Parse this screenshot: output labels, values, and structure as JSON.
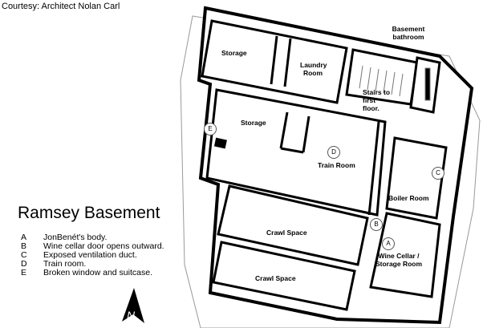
{
  "credit": "Courtesy: Architect Nolan Carl",
  "title": "Ramsey Basement",
  "legend": [
    {
      "key": "A",
      "text": "JonBenét's body."
    },
    {
      "key": "B",
      "text": "Wine cellar door opens outward."
    },
    {
      "key": "C",
      "text": "Exposed ventilation duct."
    },
    {
      "key": "D",
      "text": "Train room."
    },
    {
      "key": "E",
      "text": "Broken window and suitcase."
    }
  ],
  "rooms": {
    "storage_top": "Storage",
    "laundry": "Laundry Room",
    "bathroom": "Basement bathroom",
    "stairs": "Stairs to first floor.",
    "storage_main": "Storage",
    "train": "Train Room",
    "boiler": "Boiler Room",
    "crawl1": "Crawl Space",
    "crawl2": "Crawl Space",
    "wine": "Wine Cellar / Storage Room"
  },
  "markers": {
    "a": "A",
    "b": "B",
    "c": "C",
    "d": "D",
    "e": "E"
  },
  "north": "N"
}
